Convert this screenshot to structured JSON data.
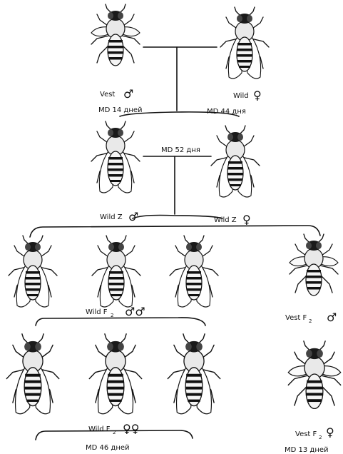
{
  "labels": {
    "p_male": "Vest",
    "p_male_md": "MD 14 дней",
    "p_female": "Wild",
    "p_female_md": "MD 44 дня",
    "f1_md": "MD 52 дня",
    "f1_male": "Wild Z",
    "f1_female": "Wild Z",
    "f2_wild_males": "Wild F",
    "f2_vest_male": "Vest F",
    "f2_wild_females": "Wild F",
    "f2_vest_female": "Vest F",
    "wild_f2_md": "MD 46 дней",
    "vest_f2_md": "MD 13 дней",
    "sub2": "2"
  },
  "symbols": {
    "male": "♂",
    "female": "♀",
    "males": "♂♂",
    "females": "♀♀"
  },
  "flies": [
    {
      "id": "p-male",
      "phenotype": "vestigial",
      "sex": "male"
    },
    {
      "id": "p-female",
      "phenotype": "wild",
      "sex": "female"
    },
    {
      "id": "f1-male",
      "phenotype": "wild",
      "sex": "male"
    },
    {
      "id": "f1-female",
      "phenotype": "wild",
      "sex": "female"
    },
    {
      "id": "f2-wild-male-1",
      "phenotype": "wild",
      "sex": "male"
    },
    {
      "id": "f2-wild-male-2",
      "phenotype": "wild",
      "sex": "male"
    },
    {
      "id": "f2-wild-male-3",
      "phenotype": "wild",
      "sex": "male"
    },
    {
      "id": "f2-vest-male",
      "phenotype": "vestigial",
      "sex": "male"
    },
    {
      "id": "f2-wild-female-1",
      "phenotype": "wild",
      "sex": "female"
    },
    {
      "id": "f2-wild-female-2",
      "phenotype": "wild",
      "sex": "female"
    },
    {
      "id": "f2-wild-female-3",
      "phenotype": "wild",
      "sex": "female"
    },
    {
      "id": "f2-vest-female",
      "phenotype": "vestigial",
      "sex": "female"
    }
  ]
}
